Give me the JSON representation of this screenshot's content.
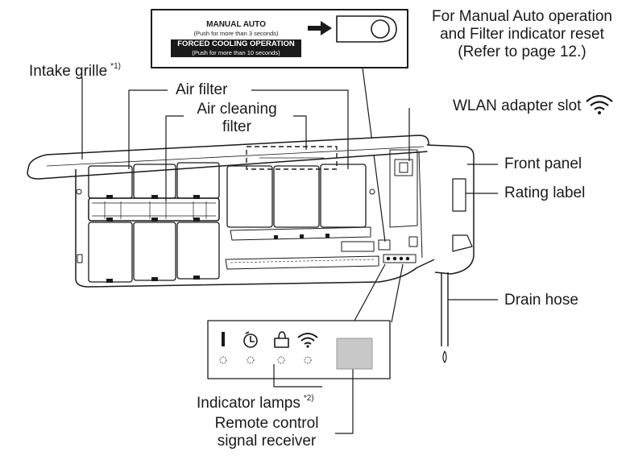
{
  "labels": {
    "manual_auto_ref": [
      "For Manual Auto operation",
      "and Filter indicator reset",
      "(Refer to page 12.)"
    ],
    "intake_grille": "Intake grille",
    "intake_grille_note": "*1)",
    "air_filter": "Air filter",
    "air_cleaning_filter": [
      "Air cleaning",
      "filter"
    ],
    "wlan_adapter_slot": "WLAN adapter slot",
    "front_panel": "Front panel",
    "rating_label": "Rating label",
    "drain_hose": "Drain hose",
    "indicator_lamps": "Indicator lamps",
    "indicator_lamps_note": "*2)",
    "remote_receiver": [
      "Remote control",
      "signal receiver"
    ]
  },
  "button_box": {
    "manual_auto": "MANUAL AUTO",
    "manual_auto_hint": "(Push for more than 3 seconds)",
    "forced_cooling": "FORCED COOLING OPERATION",
    "forced_cooling_hint": "(Push for more than 10 seconds)"
  },
  "icons": {
    "wlan": "wifi-icon",
    "indicator_lamps": [
      "power-icon",
      "timer-icon",
      "filter-icon",
      "wifi-icon"
    ]
  }
}
